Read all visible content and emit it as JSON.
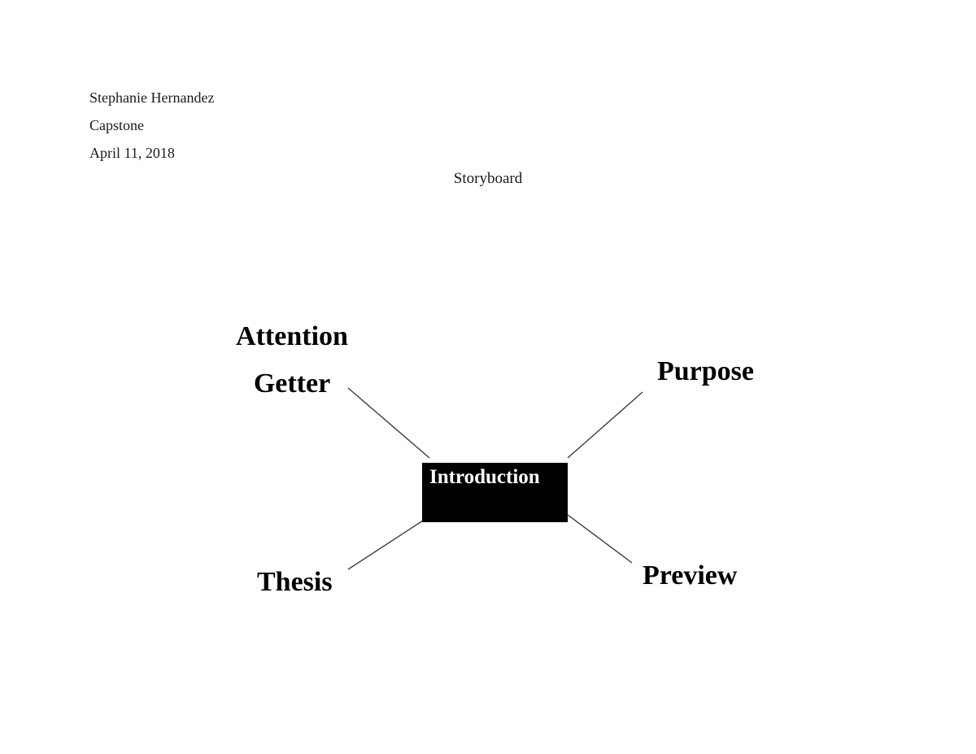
{
  "document": {
    "author": "Stephanie Hernandez",
    "course": "Capstone",
    "date": "April 11, 2018",
    "title": "Storyboard"
  },
  "diagram": {
    "center_node_label": "Introduction",
    "branches": {
      "attention_getter": {
        "line1": "Attention",
        "line2": "Getter"
      },
      "purpose": "Purpose",
      "thesis": "Thesis",
      "preview": "Preview"
    },
    "colors": {
      "page_background": "#ffffff",
      "text": "#000000",
      "node_background": "#000000",
      "node_text": "#ffffff",
      "connector": "#3d3d3d"
    }
  }
}
